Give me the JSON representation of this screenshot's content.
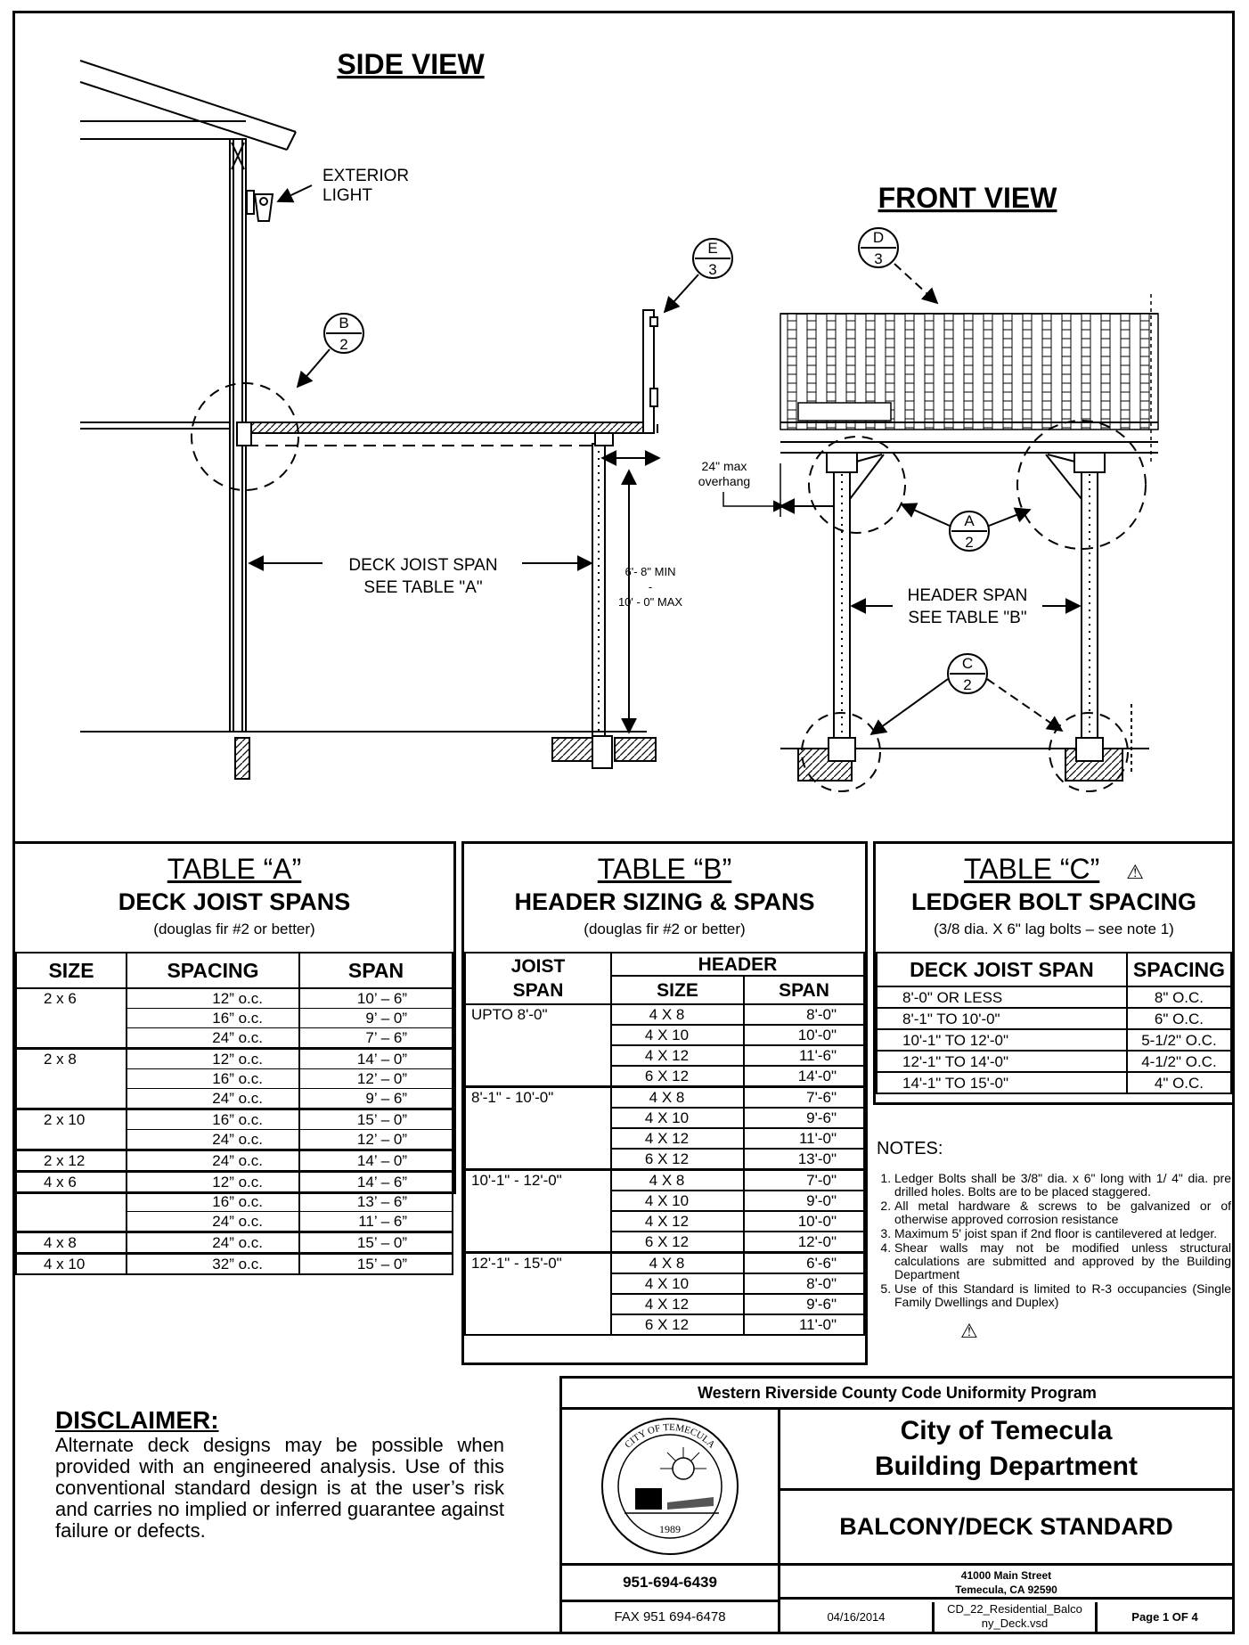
{
  "views": {
    "side_title": "SIDE VIEW",
    "front_title": "FRONT VIEW",
    "exterior_light": [
      "EXTERIOR",
      "LIGHT"
    ],
    "joist_span": [
      "DECK JOIST SPAN",
      "SEE TABLE \"A\""
    ],
    "height": [
      "6'- 8\" MIN",
      "-",
      "10' - 0\" MAX"
    ],
    "overhang": [
      "24\" max",
      "overhang"
    ],
    "header_span": [
      "HEADER SPAN",
      "SEE TABLE \"B\""
    ],
    "callouts": {
      "b": {
        "letter": "B",
        "sheet": "2"
      },
      "e": {
        "letter": "E",
        "sheet": "3"
      },
      "d": {
        "letter": "D",
        "sheet": "3"
      },
      "a": {
        "letter": "A",
        "sheet": "2"
      },
      "c": {
        "letter": "C",
        "sheet": "2"
      }
    }
  },
  "table_a": {
    "title": "TABLE “A”",
    "subtitle": "DECK JOIST SPANS",
    "note": "(douglas fir #2 or better)",
    "headers": [
      "SIZE",
      "SPACING",
      "SPAN"
    ],
    "groups": [
      {
        "size": "2 x 6",
        "rows": [
          [
            "12” o.c.",
            "10’ – 6”"
          ],
          [
            "16” o.c.",
            "9’ – 0”"
          ],
          [
            "24” o.c.",
            "7’ – 6”"
          ]
        ]
      },
      {
        "size": "2 x 8",
        "rows": [
          [
            "12” o.c.",
            "14’ – 0”"
          ],
          [
            "16” o.c.",
            "12’ – 0”"
          ],
          [
            "24” o.c.",
            "9’ – 6”"
          ]
        ]
      },
      {
        "size": "2 x 10",
        "rows": [
          [
            "16” o.c.",
            "15’ – 0”"
          ],
          [
            "24” o.c.",
            "12’ – 0”"
          ]
        ]
      },
      {
        "size": "2 x 12",
        "rows": [
          [
            "24” o.c.",
            "14’ – 0”"
          ]
        ]
      },
      {
        "size": "4 x 6",
        "rows": [
          [
            "12” o.c.",
            "14’ – 6”"
          ],
          [
            "16” o.c.",
            "13’ – 6”"
          ],
          [
            "24” o.c.",
            "11’ – 6”"
          ]
        ]
      },
      {
        "size": "4 x 8",
        "rows": [
          [
            "24” o.c.",
            "15’ – 0”"
          ]
        ]
      },
      {
        "size": "4 x 10",
        "rows": [
          [
            "32” o.c.",
            "15’ – 0”"
          ]
        ]
      }
    ]
  },
  "table_b": {
    "title": "TABLE “B”",
    "subtitle": "HEADER SIZING & SPANS",
    "note": "(douglas fir #2 or better)",
    "headers": {
      "joist": [
        "JOIST",
        "SPAN"
      ],
      "header": "HEADER",
      "size": "SIZE",
      "span": "SPAN"
    },
    "groups": [
      {
        "joist": "UPTO 8'-0\"",
        "rows": [
          [
            "4 X 8",
            "8'-0\""
          ],
          [
            "4 X 10",
            "10'-0\""
          ],
          [
            "4 X 12",
            "11'-6\""
          ],
          [
            "6 X 12",
            "14'-0\""
          ]
        ]
      },
      {
        "joist": "8'-1\" - 10'-0\"",
        "rows": [
          [
            "4 X 8",
            "7'-6\""
          ],
          [
            "4 X 10",
            "9'-6\""
          ],
          [
            "4 X 12",
            "11'-0\""
          ],
          [
            "6 X 12",
            "13'-0\""
          ]
        ]
      },
      {
        "joist": "10'-1\" - 12'-0\"",
        "rows": [
          [
            "4 X 8",
            "7'-0\""
          ],
          [
            "4 X 10",
            "9'-0\""
          ],
          [
            "4 X 12",
            "10'-0\""
          ],
          [
            "6 X 12",
            "12'-0\""
          ]
        ]
      },
      {
        "joist": "12'-1\" - 15'-0\"",
        "rows": [
          [
            "4 X 8",
            "6'-6\""
          ],
          [
            "4 X 10",
            "8'-0\""
          ],
          [
            "4 X 12",
            "9'-6\""
          ],
          [
            "6 X 12",
            "11'-0\""
          ]
        ]
      }
    ]
  },
  "table_c": {
    "title": "TABLE “C”",
    "subtitle": "LEDGER BOLT SPACING",
    "note": "(3/8 dia. X 6\" lag bolts – see note 1)",
    "headers": [
      "DECK JOIST SPAN",
      "SPACING"
    ],
    "rows": [
      [
        "8'-0\" OR LESS",
        "8\" O.C."
      ],
      [
        "8'-1\" TO 10'-0\"",
        "6\" O.C."
      ],
      [
        "10'-1\" TO 12'-0\"",
        "5-1/2\" O.C."
      ],
      [
        "12'-1\" TO 14'-0\"",
        "4-1/2\" O.C."
      ],
      [
        "14'-1\" TO 15'-0\"",
        "4\" O.C."
      ]
    ]
  },
  "notes": {
    "title": "NOTES:",
    "items": [
      "Ledger Bolts shall be 3/8\" dia. x 6\" long with 1/ 4\" dia. pre drilled holes.  Bolts are to be placed staggered.",
      "All metal hardware & screws to be galvanized or of otherwise approved corrosion resistance",
      "Maximum 5' joist span if 2nd floor is cantilevered at ledger.",
      "Shear walls may not be modified unless structural calculations are submitted and approved by the Building Department",
      "Use of this Standard is limited to R-3 occupancies (Single Family Dwellings and Duplex)"
    ]
  },
  "disclaimer": {
    "heading": "DISCLAIMER:",
    "body": "Alternate deck designs may be possible when provided with an engineered analysis. Use of this conventional standard design is at the user’s risk and carries no implied or inferred guarantee against failure or defects."
  },
  "title_block": {
    "program": "Western Riverside County Code Uniformity Program",
    "city": "City of Temecula",
    "dept": "Building Department",
    "standard": "BALCONY/DECK STANDARD",
    "phone": "951-694-6439",
    "address1": "41000 Main Street",
    "address2": "Temecula, CA 92590",
    "fax": "FAX 951 694-6478",
    "date": "04/16/2014",
    "file": [
      "CD_22_Residential_Balco",
      "ny_Deck.vsd"
    ],
    "page": "Page 1 OF 4",
    "seal_year": "1989",
    "seal_text": "CITY OF TEMECULA"
  }
}
